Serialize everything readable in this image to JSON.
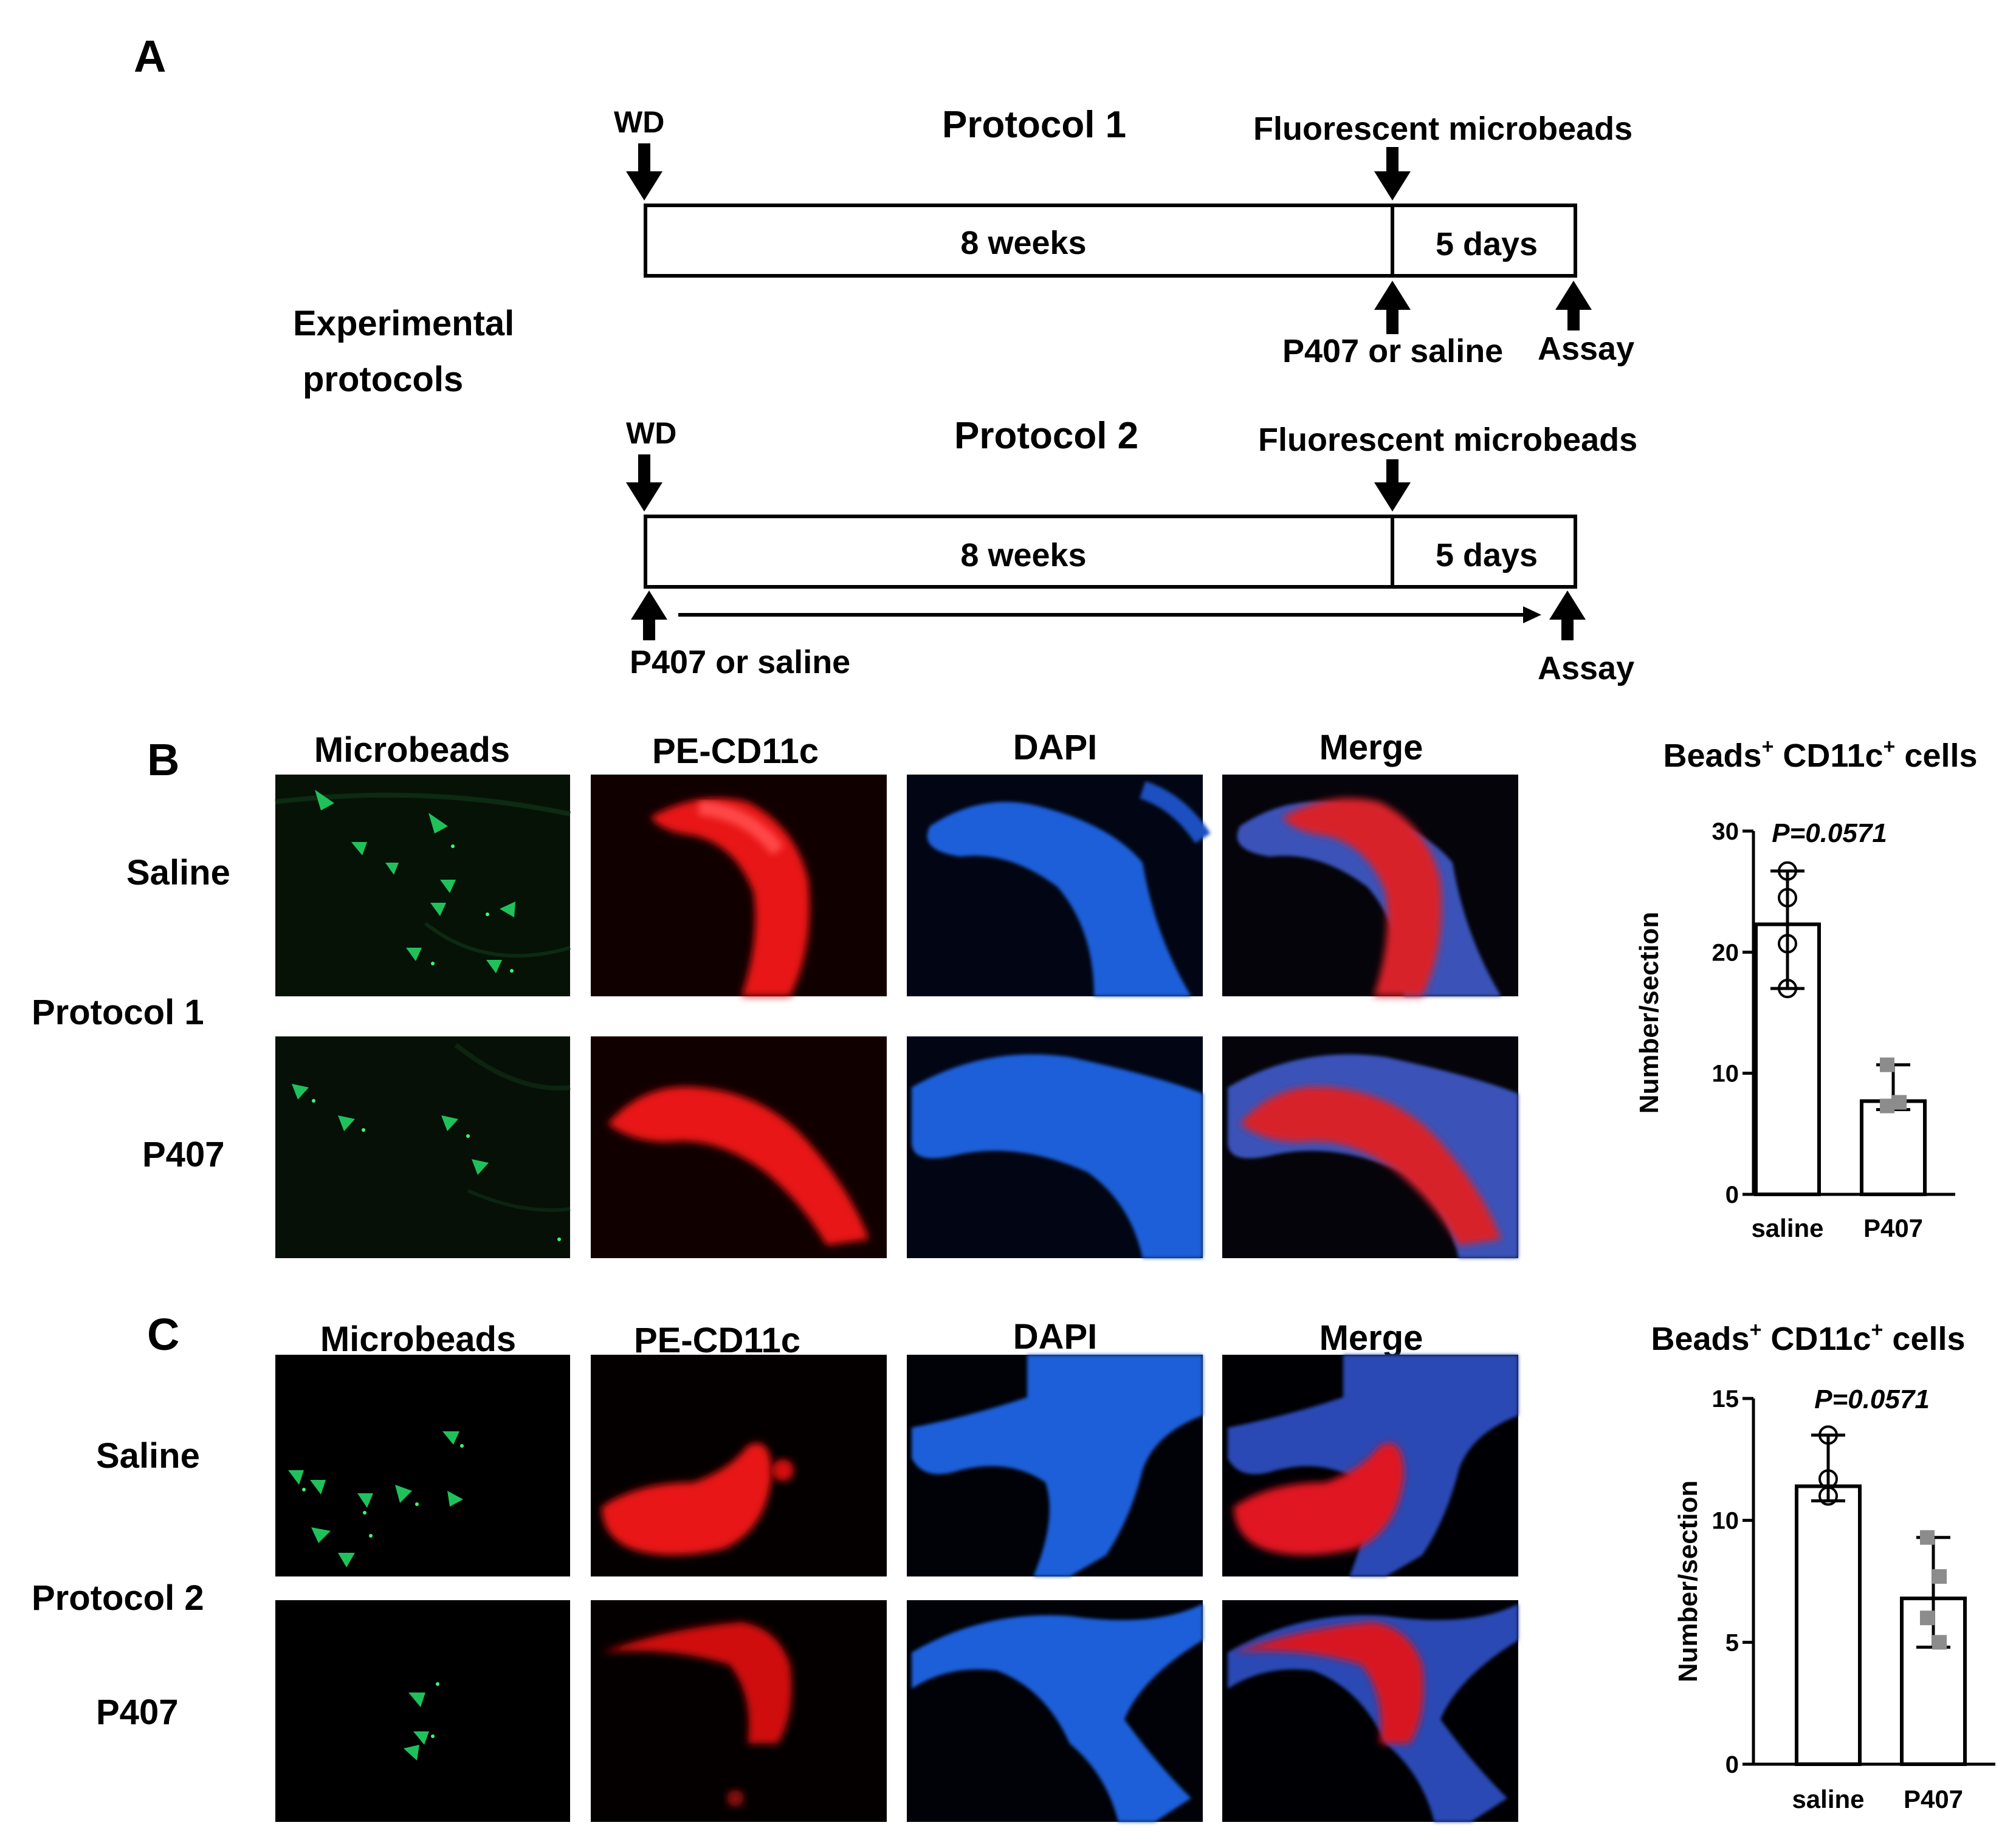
{
  "panel_a": {
    "letter": "A",
    "side_label_line1": "Experimental",
    "side_label_line2": "protocols",
    "protocol1": {
      "title": "Protocol 1",
      "wd": "WD",
      "beads": "Fluorescent microbeads",
      "duration_long": "8 weeks",
      "duration_short": "5 days",
      "treatment": "P407 or saline",
      "assay": "Assay"
    },
    "protocol2": {
      "title": "Protocol 2",
      "wd": "WD",
      "beads": "Fluorescent microbeads",
      "duration_long": "8 weeks",
      "duration_short": "5 days",
      "treatment": "P407 or saline",
      "assay": "Assay"
    }
  },
  "panel_b": {
    "letter": "B",
    "columns": [
      "Microbeads",
      "PE-CD11c",
      "DAPI",
      "Merge"
    ],
    "protocol": "Protocol 1",
    "rows": [
      "Saline",
      "P407"
    ]
  },
  "panel_c": {
    "letter": "C",
    "columns": [
      "Microbeads",
      "PE-CD11c",
      "DAPI",
      "Merge"
    ],
    "protocol": "Protocol 2",
    "rows": [
      "Saline",
      "P407"
    ]
  },
  "colors": {
    "bead_arrow": "#1fc25a",
    "pe_red": "#ff2020",
    "dapi_blue": "#2f7fff",
    "micrograph_bg": "#000000",
    "p407_points": "#8c8c8c"
  },
  "chart_data": [
    {
      "type": "bar",
      "title_main": "Beads",
      "title_sup1": "+",
      "title_mid": " CD11c",
      "title_sup2": "+",
      "title_end": " cells",
      "ylabel": "Number/section",
      "categories": [
        "saline",
        "P407"
      ],
      "values": [
        22.3,
        7.7
      ],
      "errors": [
        [
          17.0,
          26.7
        ],
        [
          7.0,
          10.7
        ]
      ],
      "points": [
        [
          26.7,
          24.5,
          20.7,
          17.0
        ],
        [
          10.7,
          7.6,
          7.3
        ]
      ],
      "yticks": [
        0,
        10,
        20,
        30
      ],
      "ylim": [
        0,
        30
      ],
      "pvalue": "P=0.0571"
    },
    {
      "type": "bar",
      "title_main": "Beads",
      "title_sup1": "+",
      "title_mid": " CD11c",
      "title_sup2": "+",
      "title_end": " cells",
      "ylabel": "Number/section",
      "categories": [
        "saline",
        "P407"
      ],
      "values": [
        11.4,
        6.8
      ],
      "errors": [
        [
          10.8,
          13.5
        ],
        [
          4.8,
          9.3
        ]
      ],
      "points": [
        [
          13.5,
          11.7,
          11.0
        ],
        [
          9.3,
          7.7,
          6.0,
          5.0
        ]
      ],
      "yticks": [
        0,
        5,
        10,
        15
      ],
      "ylim": [
        0,
        15
      ],
      "pvalue": "P=0.0571"
    }
  ]
}
